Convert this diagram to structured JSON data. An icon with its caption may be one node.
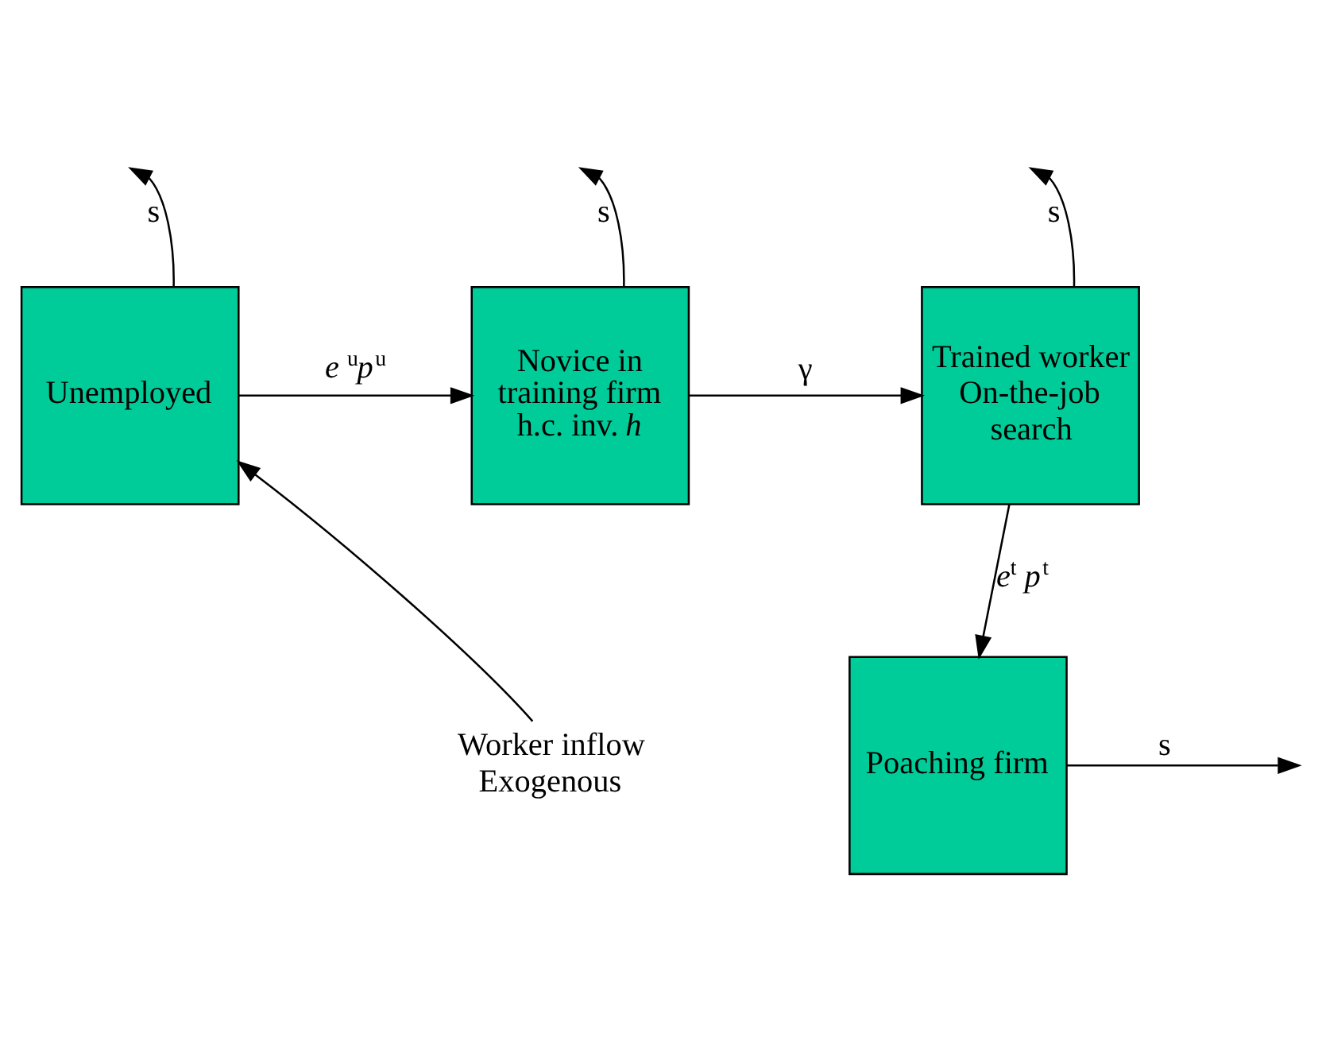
{
  "diagram": {
    "nodes": [
      {
        "text": [
          "Unemployed"
        ]
      },
      {
        "text": [
          "Novice in training firm h.c. inv. *h*"
        ]
      },
      {
        "text": [
          "Trained worker On-the-job search"
        ]
      },
      {
        "text": [
          "Poaching firm"
        ]
      },
      {
        "text": [
          "Worker inflow Exogenous"
        ]
      }
    ],
    "edges": [
      {
        "from": 0,
        "to": null,
        "arrow": "to",
        "label": "s"
      },
      {
        "from": 1,
        "to": null,
        "arrow": "to",
        "label": "s"
      },
      {
        "from": 2,
        "to": null,
        "arrow": "to",
        "label": "s"
      },
      {
        "from": 0,
        "to": 1,
        "arrow": "to",
        "label": "*e* $^{u}$*p*$^{u}$"
      },
      {
        "from": 1,
        "to": 2,
        "arrow": "to",
        "label": "γ"
      },
      {
        "from": 4,
        "to": 0,
        "arrow": "to"
      },
      {
        "from": 2,
        "to": 3,
        "arrow": "to",
        "label": "*e*$^{t}$ *p*$^{t}$"
      },
      {
        "from": 3,
        "to": null,
        "arrow": "to",
        "label": "s"
      }
    ]
  }
}
